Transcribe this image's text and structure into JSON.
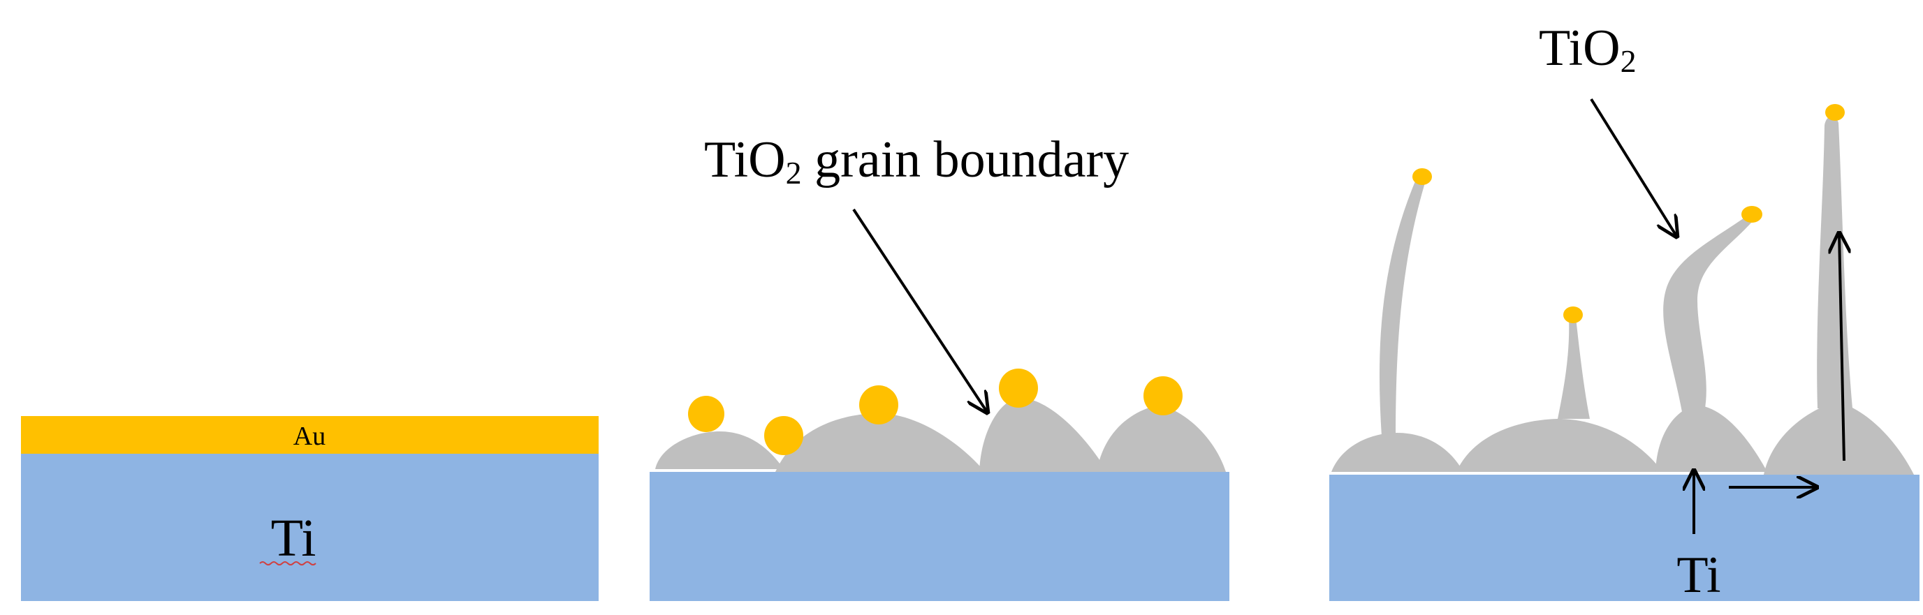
{
  "colors": {
    "ti_substrate": "#8EB4E3",
    "au": "#FFC000",
    "tio2": "#BFBFBF",
    "arrow": "#000000"
  },
  "panel_1": {
    "au_label": "Au",
    "ti_label": "Ti"
  },
  "panel_2": {
    "grain_label_main": "TiO",
    "grain_label_sub": "2",
    "grain_label_rest": " grain boundary"
  },
  "panel_3": {
    "tio2_label_main": "TiO",
    "tio2_label_sub": "2",
    "ti_label": "Ti"
  }
}
